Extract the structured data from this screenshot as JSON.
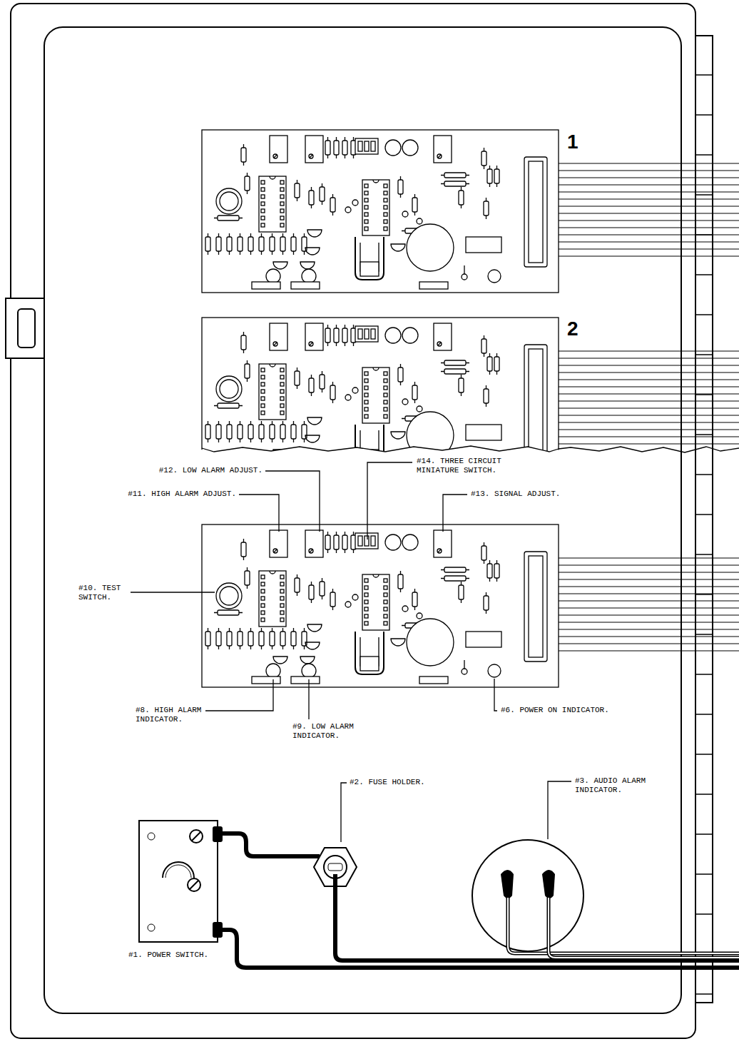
{
  "diagram": {
    "labels": [
      "1",
      "2",
      "#12. LOW ALARM ADJUST.",
      "#14. THREE CIRCUIT MINIATURE SWITCH.",
      "#11. HIGH ALARM ADJUST.",
      "#13. SIGNAL ADJUST.",
      "#10. TEST SWITCH.",
      "#8. HIGH ALARM INDICATOR.",
      "#9. LOW ALARM INDICATOR.",
      "#6. POWER ON INDICATOR.",
      "#2. FUSE HOLDER.",
      "#3. AUDIO ALARM INDICATOR.",
      "#1. POWER SWITCH."
    ]
  }
}
